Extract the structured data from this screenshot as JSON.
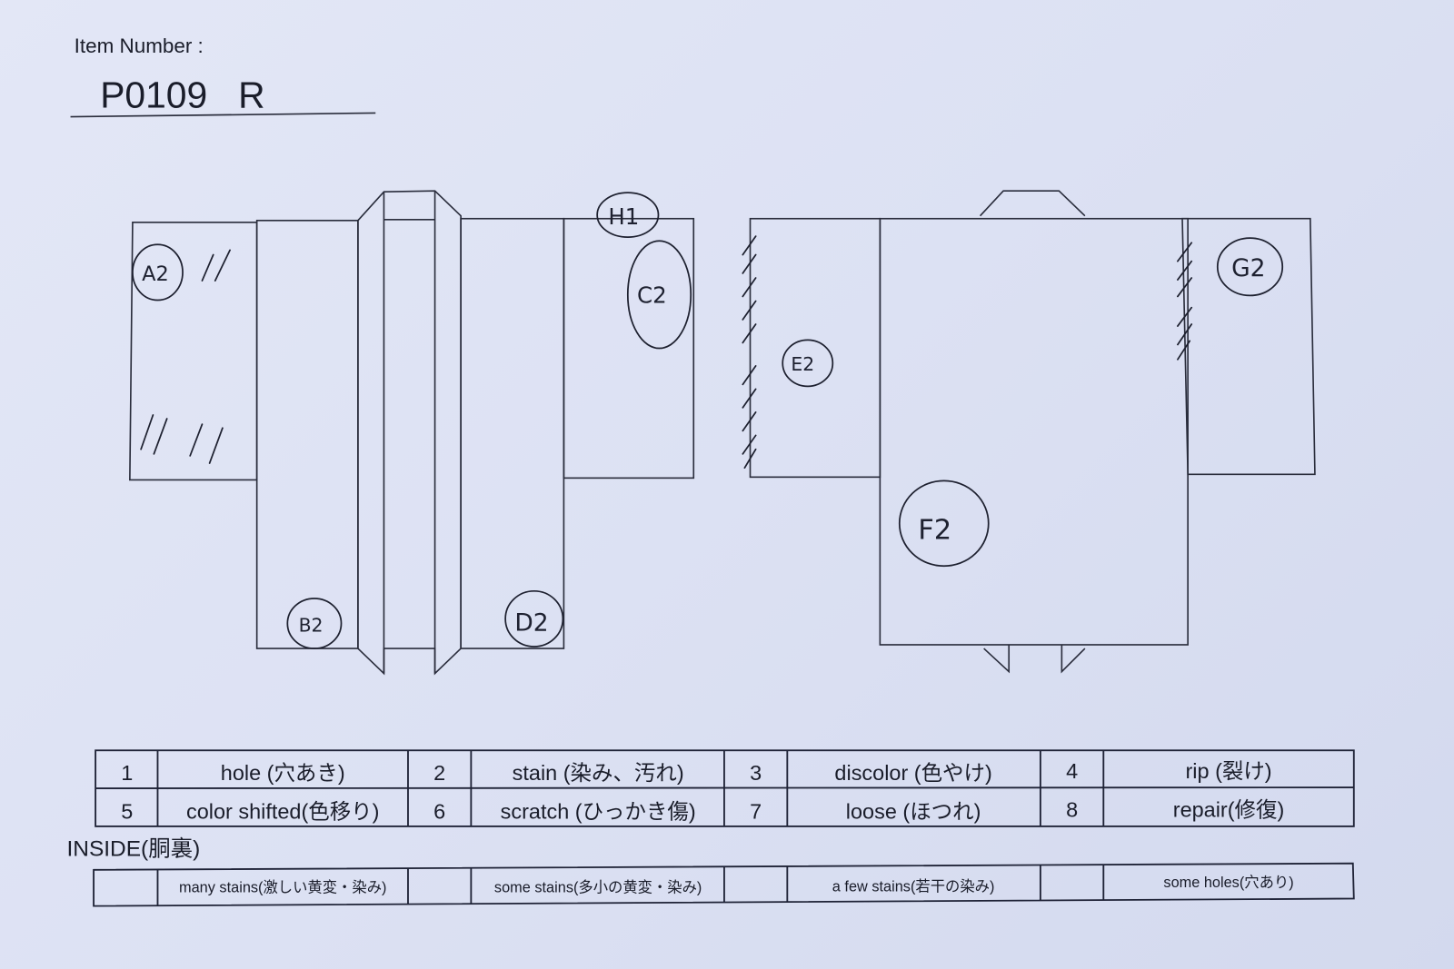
{
  "header": {
    "item_number_label": "Item Number :",
    "item_number_value": "P0109   R"
  },
  "diagram": {
    "labels": {
      "a": "A2",
      "b": "B2",
      "c": "C2",
      "d": "D2",
      "e": "E2",
      "f": "F2",
      "g": "G2",
      "h": "H1"
    }
  },
  "legend": {
    "rows": [
      [
        {
          "num": "1",
          "label": "hole (穴あき)"
        },
        {
          "num": "2",
          "label": "stain (染み、汚れ)"
        },
        {
          "num": "3",
          "label": "discolor (色やけ)"
        },
        {
          "num": "4",
          "label": "rip (裂け)"
        }
      ],
      [
        {
          "num": "5",
          "label": "color shifted(色移り)"
        },
        {
          "num": "6",
          "label": "scratch (ひっかき傷)"
        },
        {
          "num": "7",
          "label": "loose (ほつれ)"
        },
        {
          "num": "8",
          "label": "repair(修復)"
        }
      ]
    ]
  },
  "inside": {
    "title": "INSIDE(胴裏)",
    "items": [
      "many stains(激しい黄変・染み)",
      "some stains(多小の黄変・染み)",
      "a few stains(若干の染み)",
      "some holes(穴あり)"
    ]
  }
}
